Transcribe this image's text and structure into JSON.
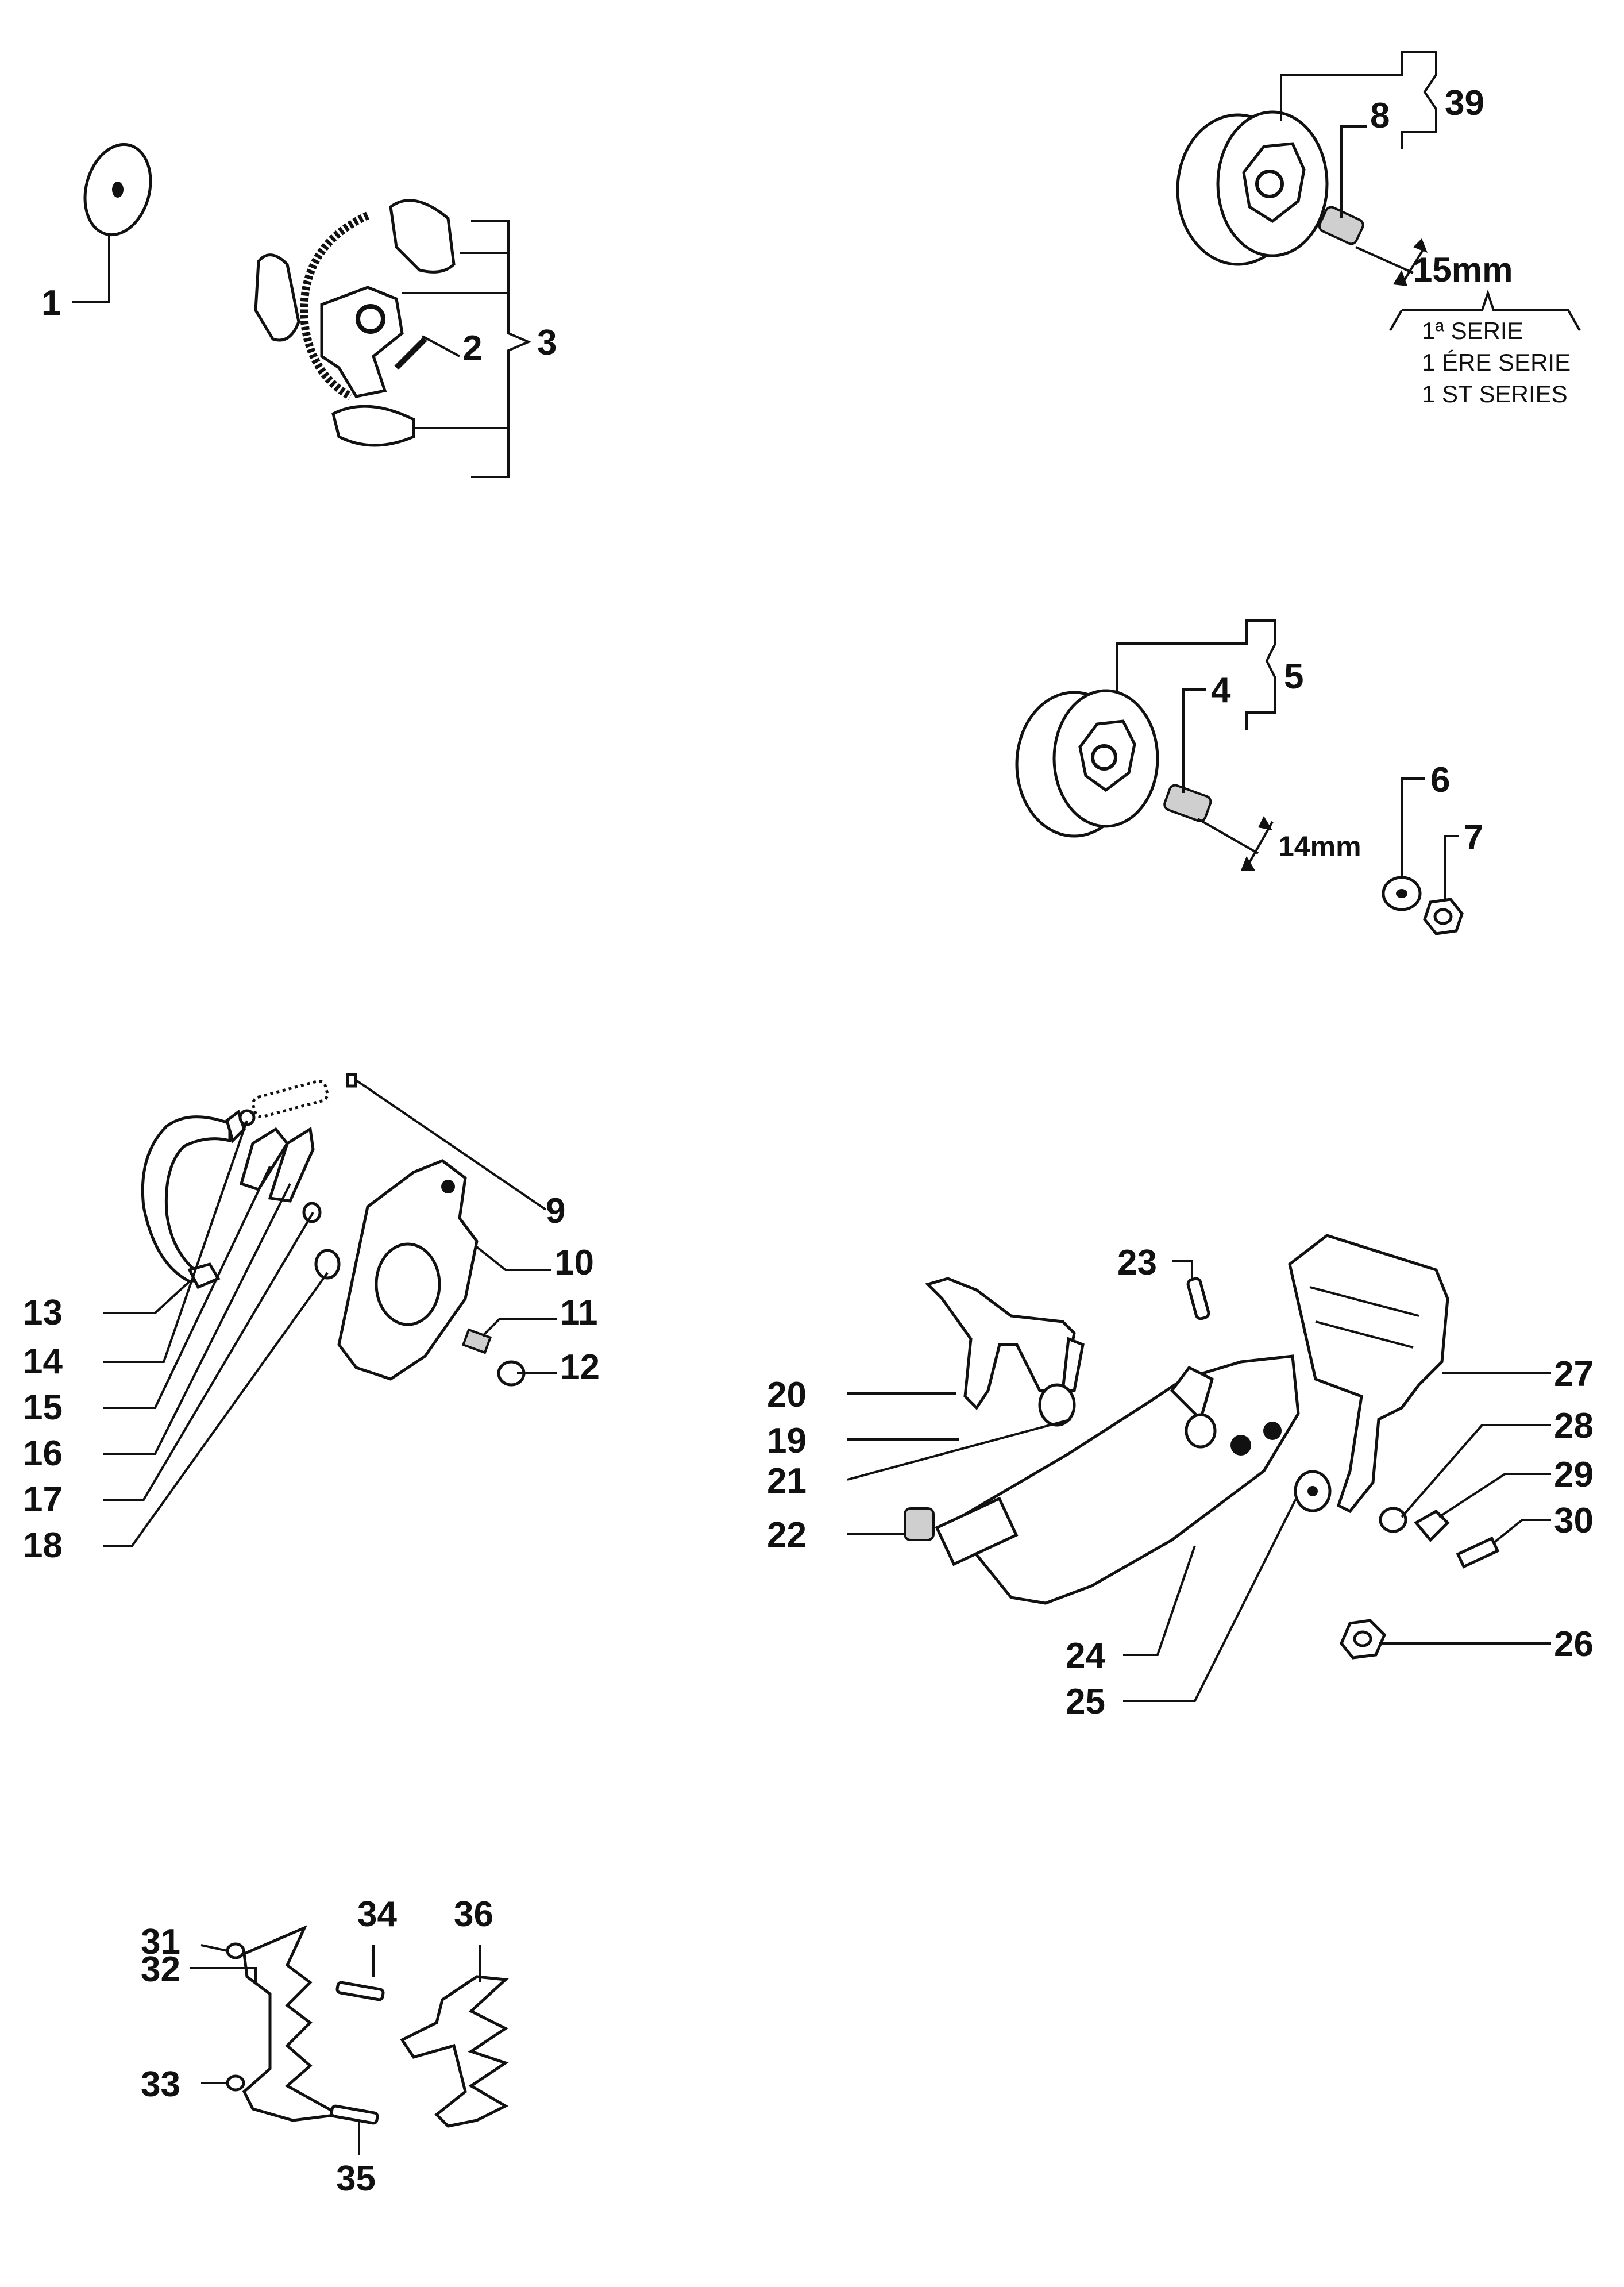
{
  "labels": {
    "p1": "1",
    "p2": "2",
    "p3": "3",
    "p4": "4",
    "p5": "5",
    "p6": "6",
    "p7": "7",
    "p8": "8",
    "p9": "9",
    "p10": "10",
    "p11": "11",
    "p12": "12",
    "p13": "13",
    "p14": "14",
    "p15": "15",
    "p16": "16",
    "p17": "17",
    "p18": "18",
    "p19": "19",
    "p20": "20",
    "p21": "21",
    "p22": "22",
    "p23": "23",
    "p24": "24",
    "p25": "25",
    "p26": "26",
    "p27": "27",
    "p28": "28",
    "p29": "29",
    "p30": "30",
    "p31": "31",
    "p32": "32",
    "p33": "33",
    "p34": "34",
    "p35": "35",
    "p36": "36",
    "p39": "39"
  },
  "dimensions": {
    "d15": "15mm",
    "d14": "14mm"
  },
  "series_note": {
    "it": "1ª SERIE",
    "fr": "1 ÉRE SERIE",
    "en": "1 ST SERIES"
  }
}
